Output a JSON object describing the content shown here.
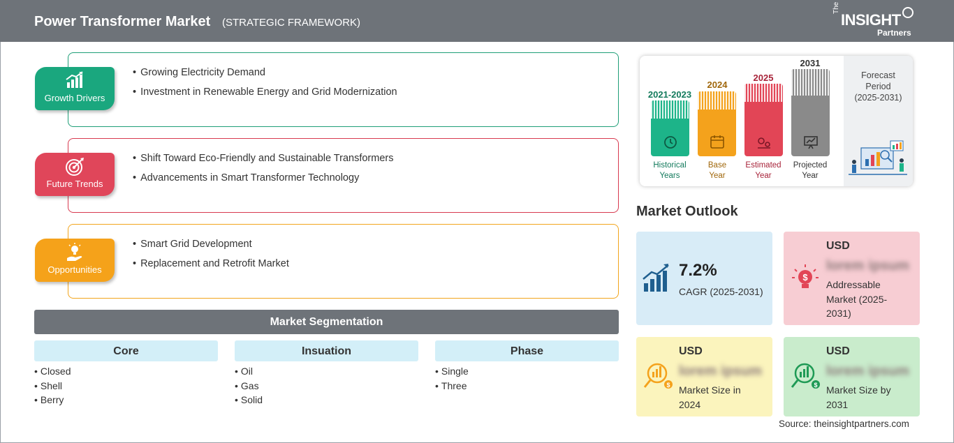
{
  "header": {
    "title": "Power Transformer Market",
    "subtitle": "(STRATEGIC FRAMEWORK)",
    "logo": {
      "the": "The",
      "insight": "INSIGHT",
      "partners": "Partners"
    }
  },
  "categories": [
    {
      "label": "Growth Drivers",
      "icon": "growth-chart-icon",
      "color": "#1aa77e",
      "bullets": [
        "Growing Electricity Demand",
        "Investment in Renewable Energy and Grid Modernization"
      ]
    },
    {
      "label": "Future Trends",
      "icon": "target-icon",
      "color": "#e0465a",
      "bullets": [
        "Shift Toward Eco-Friendly and Sustainable Transformers",
        "Advancements in Smart Transformer Technology"
      ]
    },
    {
      "label": "Opportunities",
      "icon": "lightbulb-hand-icon",
      "color": "#f5a21a",
      "bullets": [
        "Smart Grid Development",
        "Replacement and Retrofit Market"
      ]
    }
  ],
  "segmentation": {
    "title": "Market Segmentation",
    "columns": [
      {
        "title": "Core",
        "items": [
          "Closed",
          "Shell",
          "Berry"
        ]
      },
      {
        "title": "Insuation",
        "items": [
          "Oil",
          "Gas",
          "Solid"
        ]
      },
      {
        "title": "Phase",
        "items": [
          "Single",
          "Three"
        ]
      }
    ]
  },
  "timeline": {
    "bars": [
      {
        "year": "2021-2023",
        "caption_1": "Historical",
        "caption_2": "Years",
        "color": "#1db489",
        "year_color": "#137a5c",
        "caption_color": "#137a5c",
        "icon": "history-clock-icon"
      },
      {
        "year": "2024",
        "caption_1": "Base",
        "caption_2": "Year",
        "color": "#f4a21c",
        "year_color": "#a0670b",
        "caption_color": "#a0670b",
        "icon": "calendar-icon"
      },
      {
        "year": "2025",
        "caption_1": "Estimated",
        "caption_2": "Year",
        "color": "#e24556",
        "year_color": "#a8243a",
        "caption_color": "#a8243a",
        "icon": "gears-chart-icon"
      },
      {
        "year": "2031",
        "caption_1": "Projected",
        "caption_2": "Year",
        "color": "#8a8a8a",
        "year_color": "#333333",
        "caption_color": "#333333",
        "icon": "presentation-board-icon"
      }
    ],
    "forecast_label": "Forecast Period",
    "forecast_period": "(2025-2031)"
  },
  "outlook": {
    "title": "Market Outlook",
    "cagr": {
      "value": "7.2%",
      "label": "CAGR (2025-2031)"
    },
    "addressable": {
      "currency": "USD",
      "value": "lorem ipsum",
      "label": "Addressable Market (2025-2031)"
    },
    "size_2024": {
      "currency": "USD",
      "value": "lorem ipsum",
      "label": "Market Size in 2024"
    },
    "size_2031": {
      "currency": "USD",
      "value": "lorem ipsum",
      "label": "Market Size by 2031"
    }
  },
  "source": "Source: theinsightpartners.com"
}
